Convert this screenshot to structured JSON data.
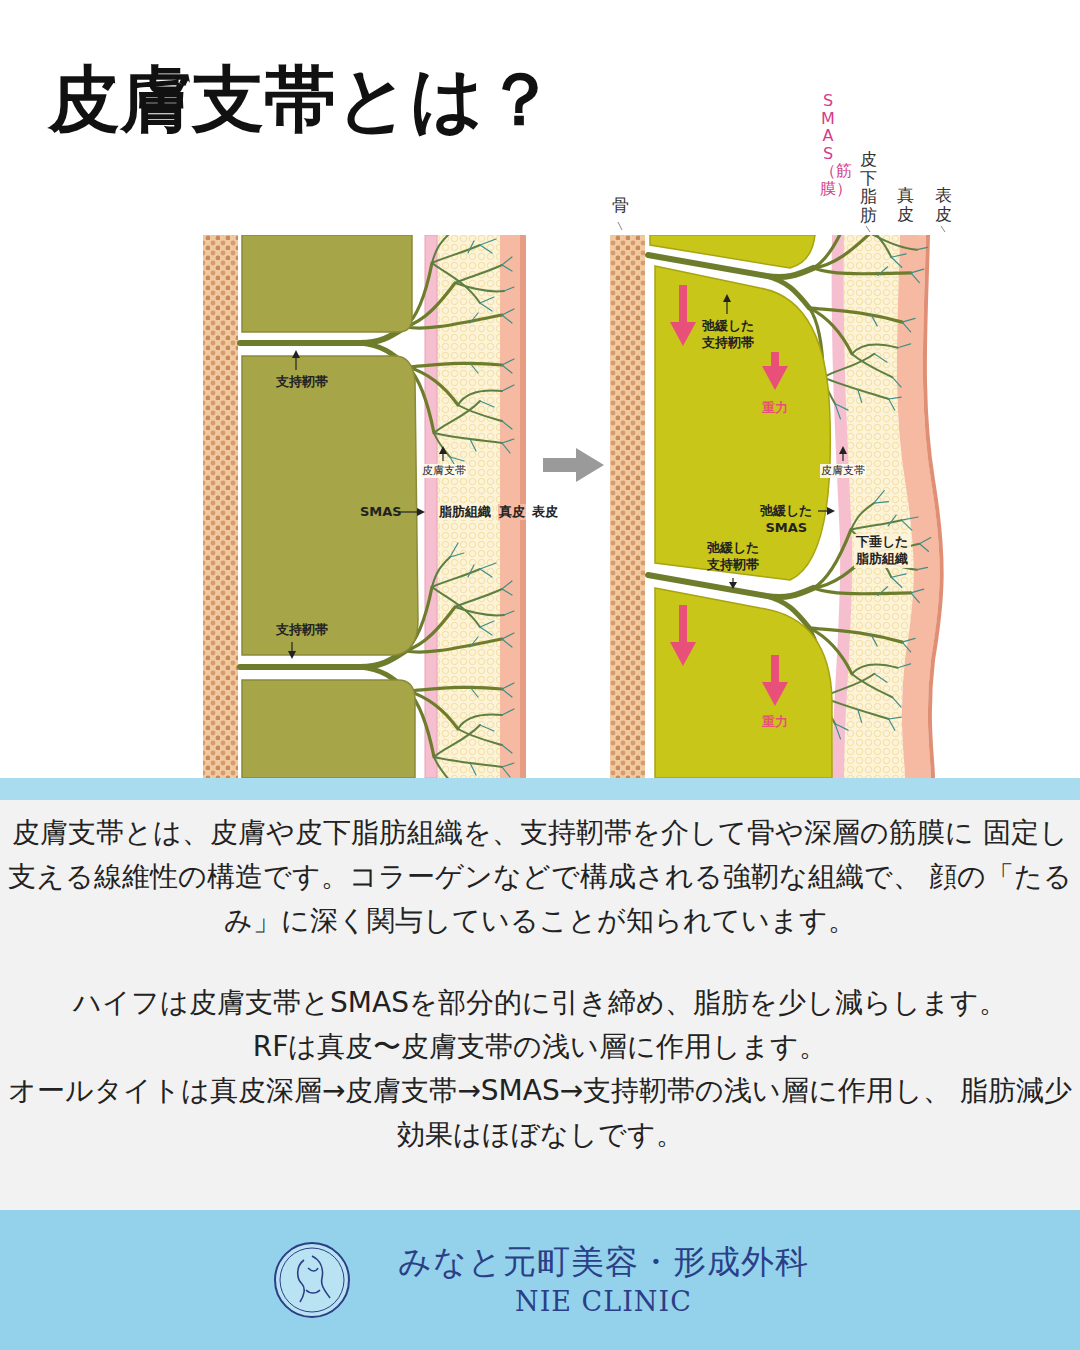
{
  "diagram": {
    "title": "皮膚支帯とは？",
    "nodes": [
      {
        "text": [
          "皮膚支帯とは、皮膚や皮下脂肪組織を、支持靭帯を介して骨や深層の筋膜に 固定し支える線維性の構造です。コラーゲンなどで構成される強靭な組織で、 顔の「たるみ」に深く関与していることが知られています。",
          "ハイフは皮膚支帯とSMASを部分的に引き締め、脂肪を少し減らします。",
          "RFは真皮〜皮膚支帯の浅い層に作用します。",
          "オールタイトは真皮深層→皮膚支帯→SMAS→支持靭帯の浅い層に作用し、 脂肪減少効果はほぼなしです。"
        ]
      },
      {
        "text": [
          "みなと元町美容・形成外科",
          "NIE CLINIC"
        ]
      }
    ],
    "labels": [
      "骨",
      "SMAS（筋膜）",
      "皮下脂肪",
      "真皮",
      "表皮",
      "支持靭帯",
      "皮膚支帯",
      "SMAS",
      "脂肪組織",
      "真皮",
      "表皮",
      "支持靭帯",
      "弛緩した支持靭帯",
      "重力",
      "皮膚支帯",
      "弛緩したSMAS",
      "下垂した脂肪組織",
      "弛緩した支持靭帯",
      "重力"
    ]
  }
}
